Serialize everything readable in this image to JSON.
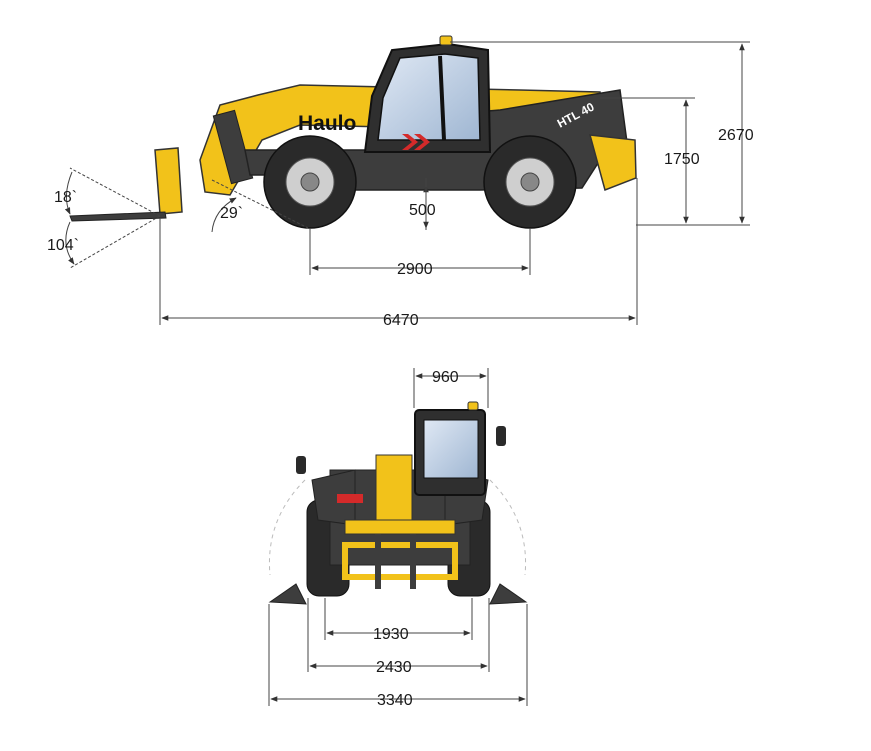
{
  "brand": {
    "name": "Haulo",
    "model": "HTL 40"
  },
  "colors": {
    "body": "#f2c21a",
    "chassis": "#3d3d3d",
    "tire": "#2a2a2a",
    "rim": "#cfcfcf",
    "line": "#555555",
    "accent": "#d42a2a"
  },
  "side_view": {
    "dimensions": {
      "length": "6470",
      "wheelbase": "2900",
      "ground_clearance": "500",
      "height_cab": "1750",
      "height_total": "2670"
    },
    "angles": {
      "fork_up": "18`",
      "fork_down": "104`",
      "approach": "29`"
    }
  },
  "front_view": {
    "dimensions": {
      "cab_width": "960",
      "track_inner": "1930",
      "width_tires": "2430",
      "width_stabilizers": "3340"
    }
  }
}
